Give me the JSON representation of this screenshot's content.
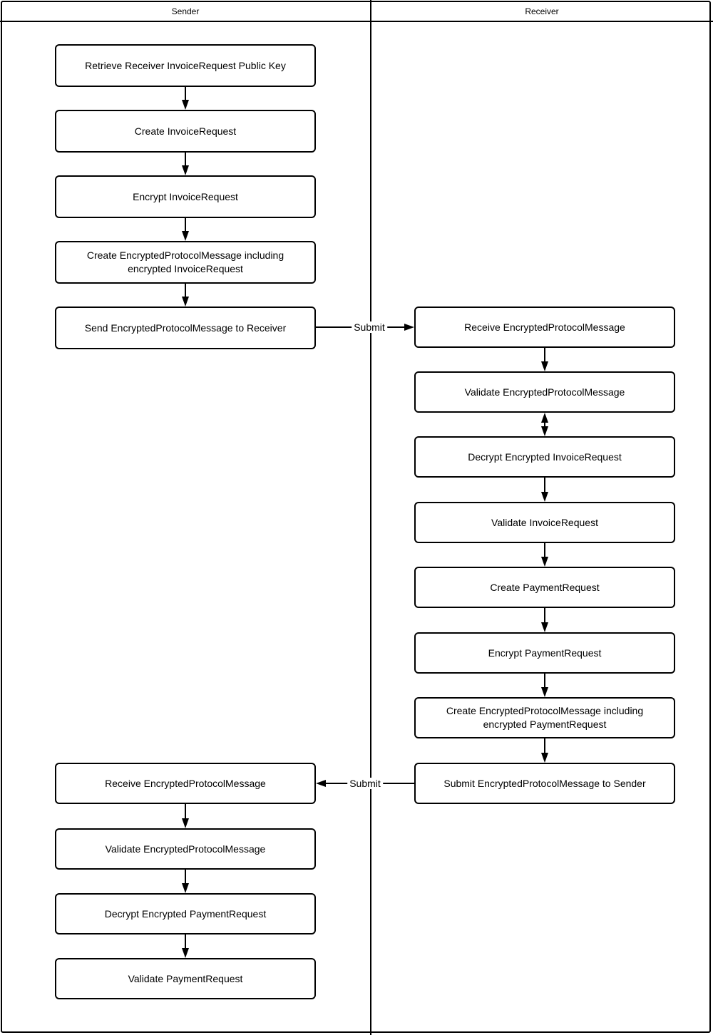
{
  "diagram": {
    "type": "swimlane-flowchart",
    "colors": {
      "stroke": "#000000",
      "background": "#ffffff"
    },
    "lanes": {
      "sender": {
        "label": "Sender",
        "steps": [
          "Retrieve Receiver InvoiceRequest Public Key",
          "Create InvoiceRequest",
          "Encrypt InvoiceRequest",
          "Create EncryptedProtocolMessage including encrypted InvoiceRequest",
          "Send EncryptedProtocolMessage to Receiver",
          "Receive EncryptedProtocolMessage",
          "Validate EncryptedProtocolMessage",
          "Decrypt Encrypted PaymentRequest",
          "Validate PaymentRequest"
        ]
      },
      "receiver": {
        "label": "Receiver",
        "steps": [
          "Receive EncryptedProtocolMessage",
          "Validate EncryptedProtocolMessage",
          "Decrypt Encrypted InvoiceRequest",
          "Validate InvoiceRequest",
          "Create PaymentRequest",
          "Encrypt PaymentRequest",
          "Create EncryptedProtocolMessage including encrypted PaymentRequest",
          "Submit EncryptedProtocolMessage to Sender"
        ]
      }
    },
    "edges": {
      "submit_to_receiver": {
        "label": "Submit"
      },
      "submit_to_sender": {
        "label": "Submit"
      }
    }
  }
}
